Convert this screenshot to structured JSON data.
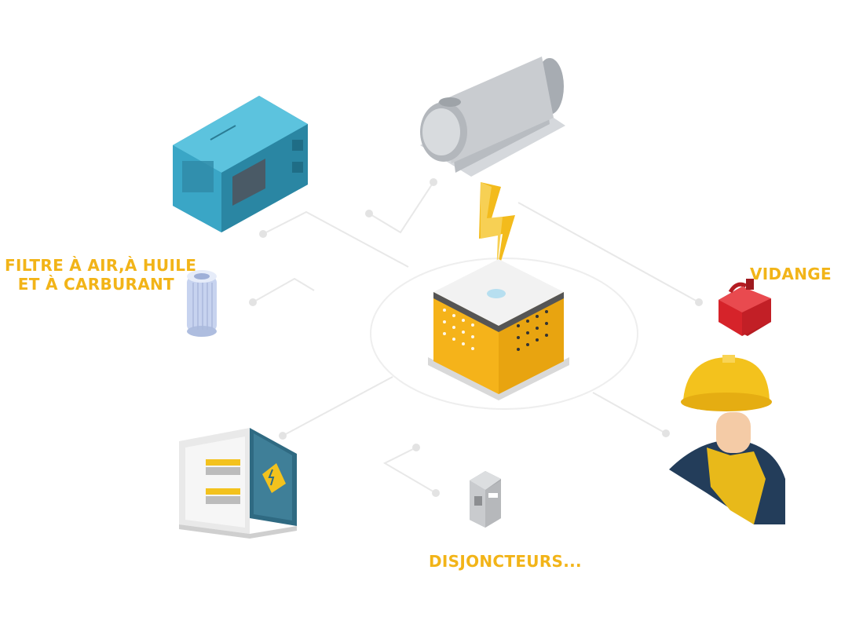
{
  "labels": {
    "filter_line1": "FILTRE À AIR,À HUILE",
    "filter_line2": "ET  À CARBURANT",
    "vidange": "VIDANGE",
    "disjoncteurs": "DISJONCTEURS..."
  },
  "colors": {
    "accent": "#f2b418",
    "connector": "#e6e6e6",
    "generator": "#3aa6c6",
    "tank": "#c9ccd0",
    "hub": "#f5b31a",
    "jerrycan": "#d6232a",
    "helmet": "#f3c21d",
    "panel_door": "#2f6a82"
  },
  "icons": [
    "generator-icon",
    "fuel-tank-icon",
    "lightning-icon",
    "hub-box-icon",
    "filter-icon",
    "jerrycan-icon",
    "technician-icon",
    "electrical-panel-icon",
    "circuit-breaker-icon"
  ]
}
